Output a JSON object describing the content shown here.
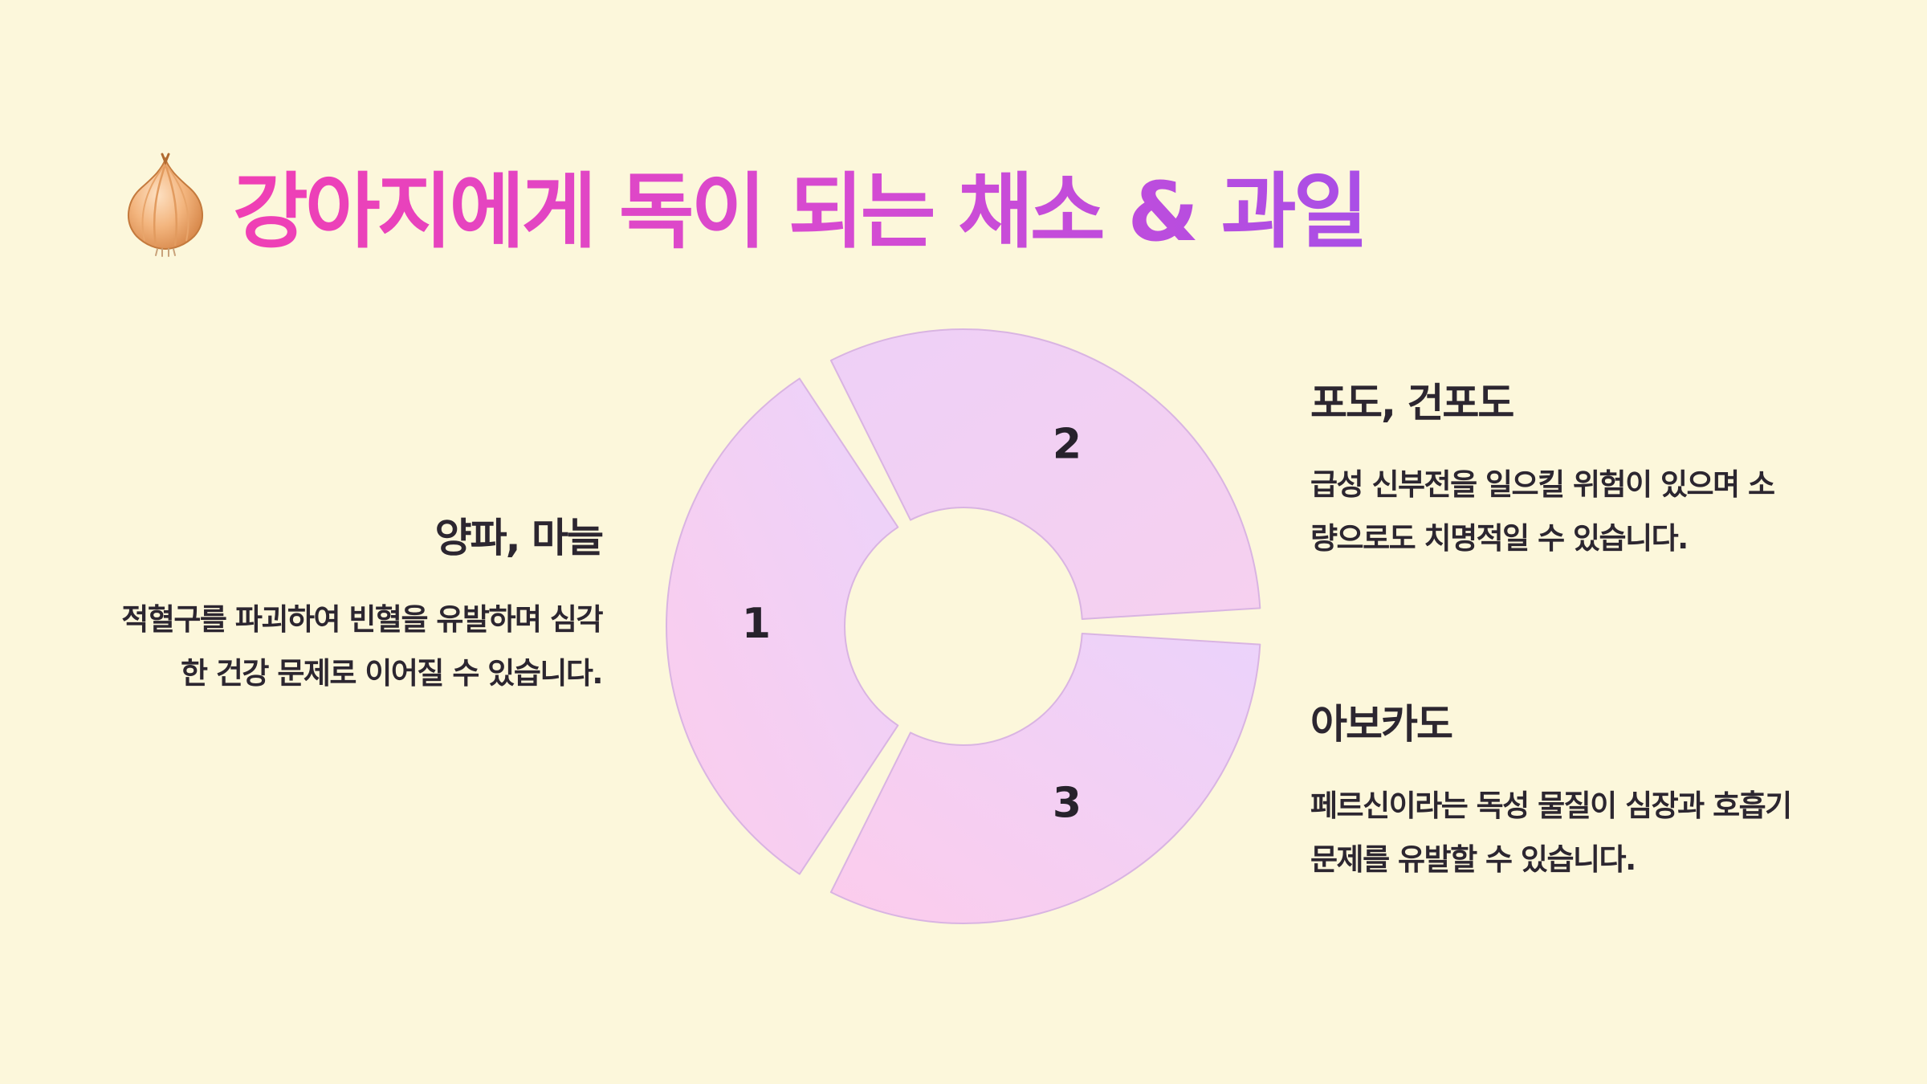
{
  "title": {
    "icon": "onion-icon",
    "text": "강아지에게 독이 되는 채소 & 과일"
  },
  "diagram": {
    "type": "cycle-donut",
    "segments": [
      {
        "number": "1",
        "position": "left"
      },
      {
        "number": "2",
        "position": "top-right"
      },
      {
        "number": "3",
        "position": "bottom-right"
      }
    ],
    "colors": {
      "light": "#ebd3fb",
      "pink": "#fcccec",
      "stroke": "#d9b4e2"
    }
  },
  "items": [
    {
      "title": "양파, 마늘",
      "description": "적혈구를 파괴하여 빈혈을 유발하며 심각한 건강 문제로 이어질 수 있습니다."
    },
    {
      "title": "포도, 건포도",
      "description": "급성 신부전을 일으킬 위험이 있으며 소량으로도 치명적일 수 있습니다."
    },
    {
      "title": "아보카도",
      "description": "페르신이라는 독성 물질이 심장과 호흡기 문제를 유발할 수 있습니다."
    }
  ]
}
